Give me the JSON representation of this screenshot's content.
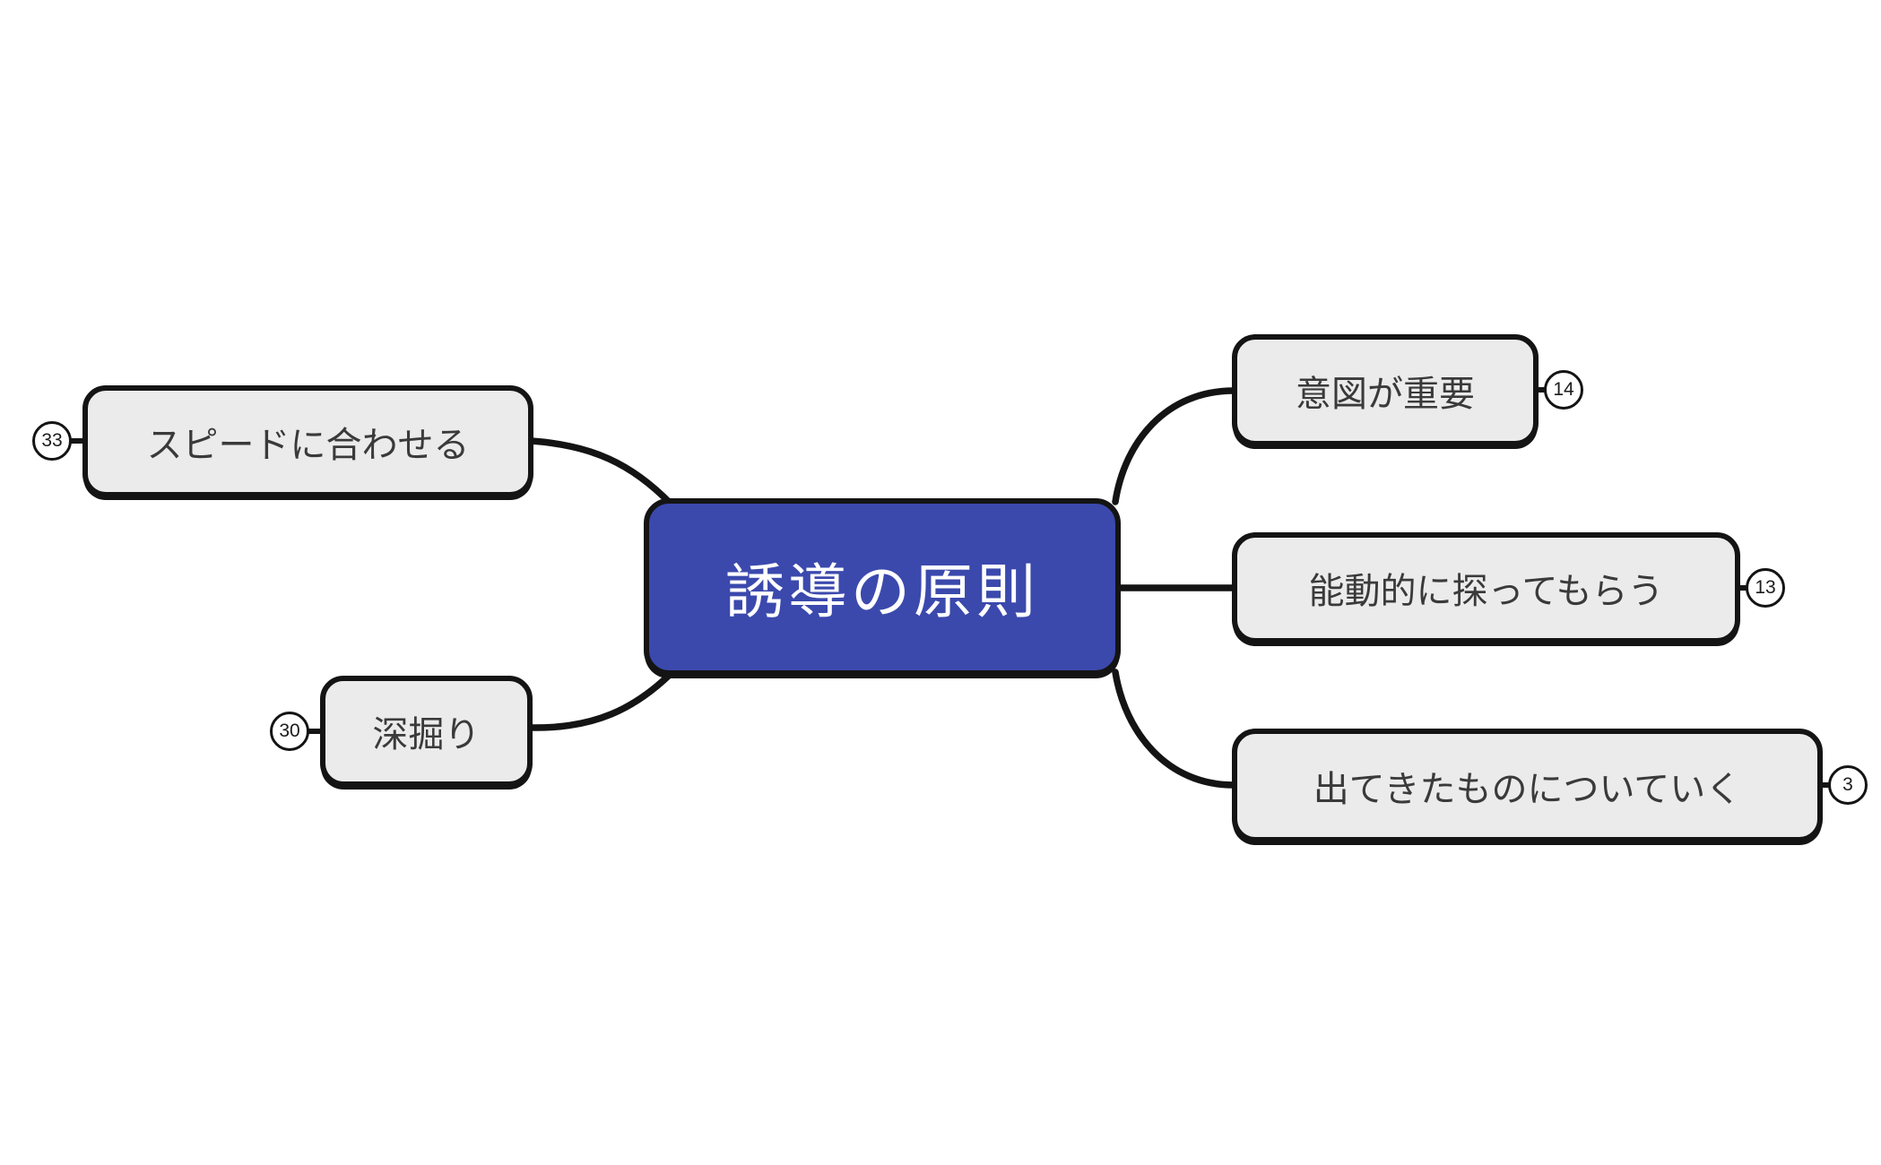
{
  "diagram": {
    "type": "mindmap",
    "root": {
      "label": "誘導の原則"
    },
    "left_nodes": [
      {
        "label": "スピードに合わせる",
        "badge": "33"
      },
      {
        "label": "深掘り",
        "badge": "30"
      }
    ],
    "right_nodes": [
      {
        "label": "意図が重要",
        "badge": "14"
      },
      {
        "label": "能動的に探ってもらう",
        "badge": "13"
      },
      {
        "label": "出てきたものについていく",
        "badge": "3"
      }
    ],
    "colors": {
      "root_fill": "#3b49ad",
      "root_text": "#ffffff",
      "child_fill": "#ebebeb",
      "child_text": "#3a3a3a",
      "border": "#141414",
      "line": "#141414",
      "badge_fill": "#ffffff",
      "background": "#ffffff"
    }
  }
}
